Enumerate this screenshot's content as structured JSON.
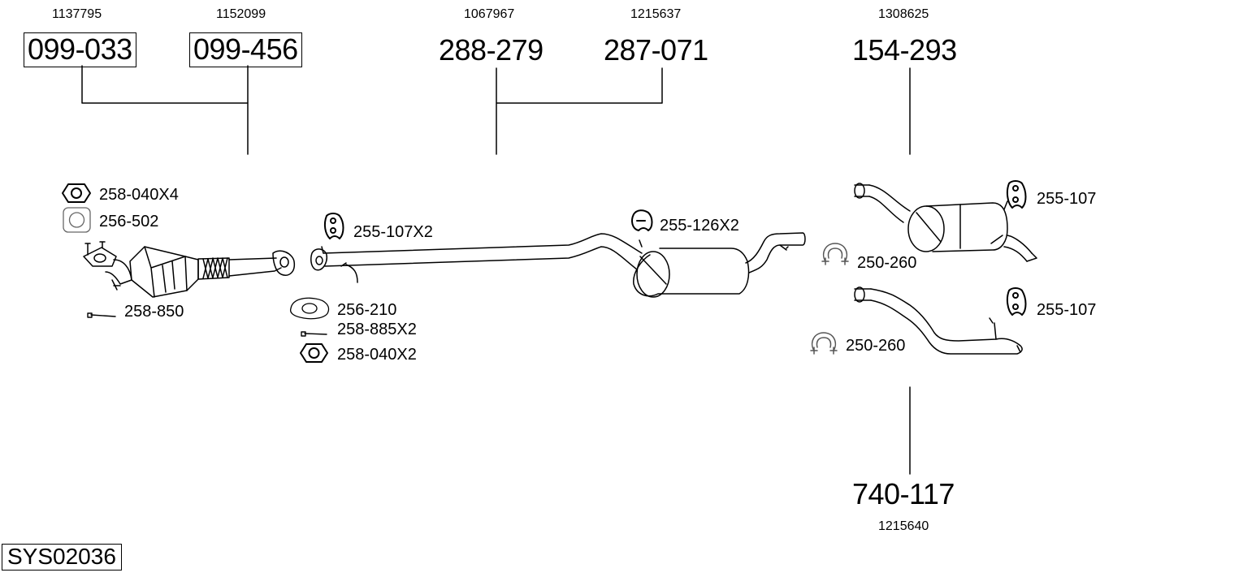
{
  "assemblies": [
    {
      "number": "099-033",
      "ref": "1137795",
      "boxed": true
    },
    {
      "number": "099-456",
      "ref": "1152099",
      "boxed": true
    },
    {
      "number": "288-279",
      "ref": "1067967",
      "boxed": false
    },
    {
      "number": "287-071",
      "ref": "1215637",
      "boxed": false
    },
    {
      "number": "154-293",
      "ref": "1308625",
      "boxed": false
    },
    {
      "number": "740-117",
      "ref": "1215640",
      "boxed": false
    }
  ],
  "parts": {
    "nut_front": "258-040X4",
    "gasket_front": "256-502",
    "bolt_front": "258-850",
    "hanger_front_pipe": "255-107X2",
    "gasket_mid": "256-210",
    "bolt_mid": "258-885X2",
    "nut_mid": "258-040X2",
    "hanger_middle": "255-126X2",
    "clamp_upper": "250-260",
    "clamp_lower": "250-260",
    "hanger_rear_upper": "255-107",
    "hanger_rear_lower": "255-107"
  },
  "system_id": "SYS02036"
}
